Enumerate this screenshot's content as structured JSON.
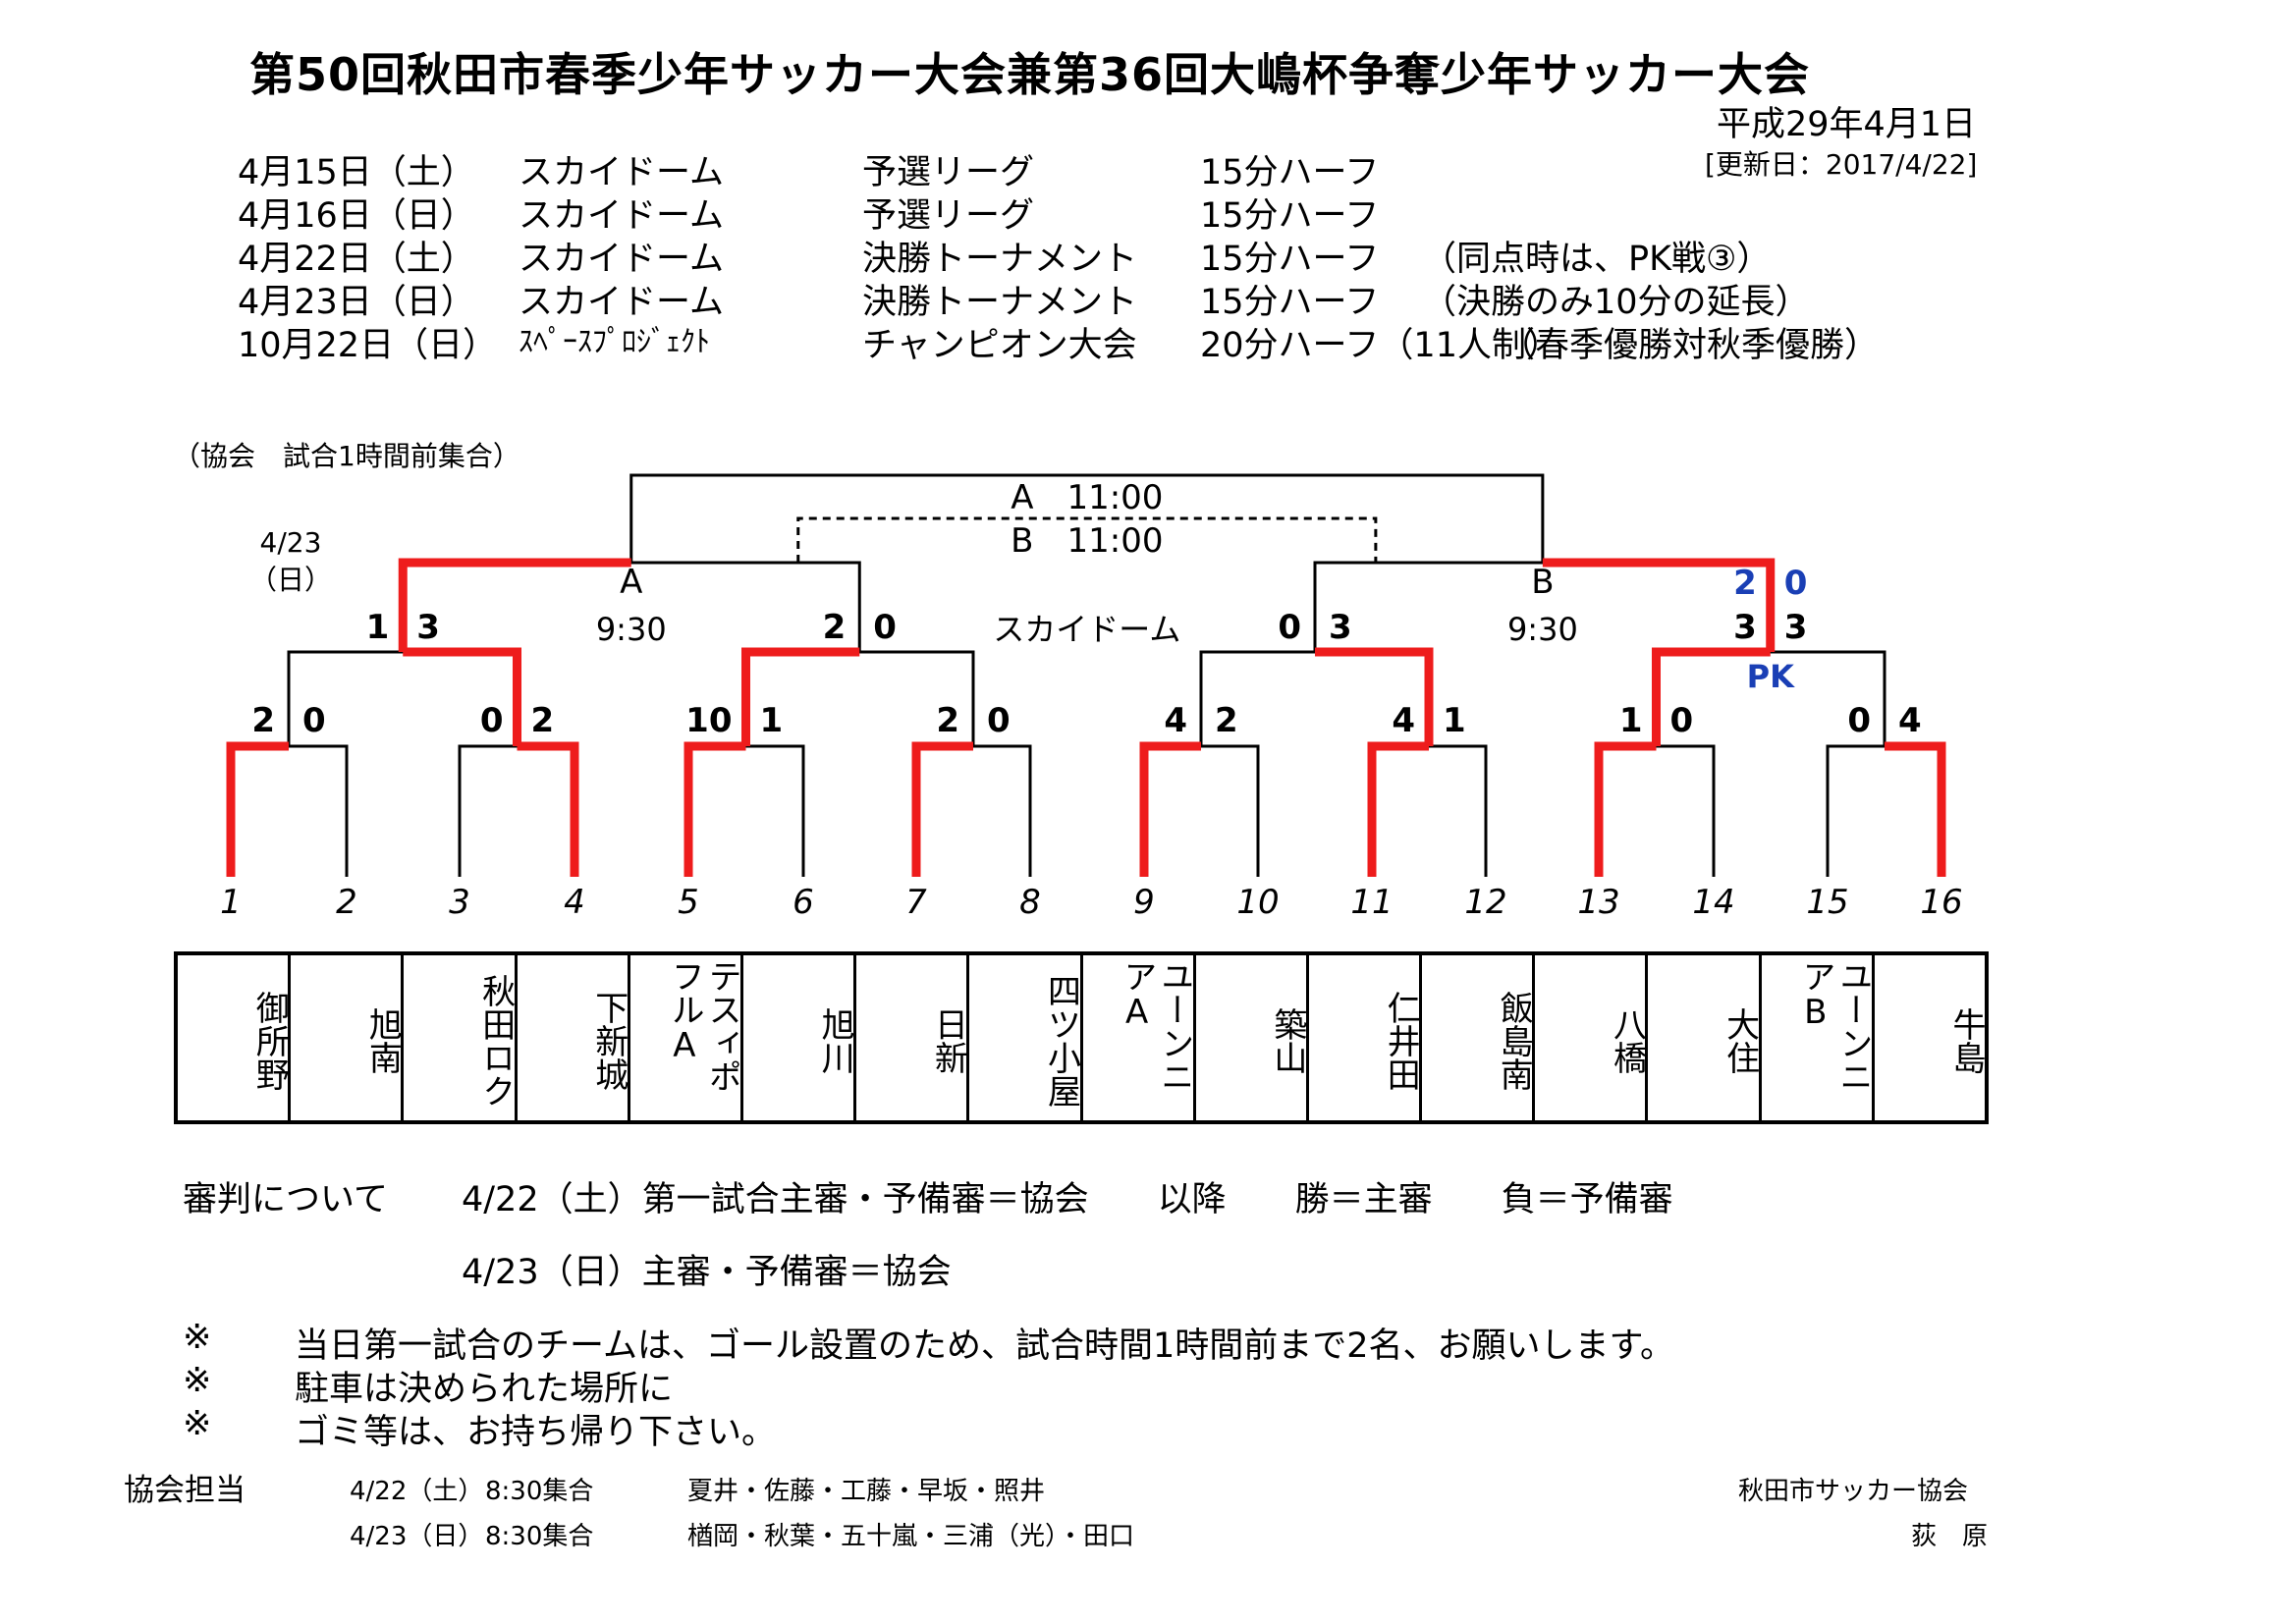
{
  "title": "第50回秋田市春季少年サッカー大会兼第36回大嶋杯争奪少年サッカー大会",
  "date_issued": "平成29年4月1日",
  "updated": "[更新日：2017/4/22]",
  "schedule": [
    {
      "date": "4月15日（土）",
      "venue": "スカイドーム",
      "round": "予選リーグ",
      "time": "15分ハーフ",
      "note": ""
    },
    {
      "date": "4月16日（日）",
      "venue": "スカイドーム",
      "round": "予選リーグ",
      "time": "15分ハーフ",
      "note": ""
    },
    {
      "date": "4月22日（土）",
      "venue": "スカイドーム",
      "round": "決勝トーナメント",
      "time": "15分ハーフ",
      "note": "（同点時は、PK戦③）"
    },
    {
      "date": "4月23日（日）",
      "venue": "スカイドーム",
      "round": "決勝トーナメント",
      "time": "15分ハーフ",
      "note": "（決勝のみ10分の延長）"
    },
    {
      "date": "10月22日（日）",
      "venue": "ｽﾍﾟｰｽﾌﾟﾛｼﾞｪｸﾄ",
      "round": "チャンピオン大会",
      "time": "20分ハーフ（11人制）",
      "note": "（春季優勝対秋季優勝）"
    }
  ],
  "gather_note": "（協会　試合1時間前集合）",
  "bracket": {
    "final_date": "4/23",
    "final_day": "（日）",
    "final_a": "A　11:00",
    "final_b": "B　11:00",
    "semi_a_label": "A",
    "semi_a_time": "9:30",
    "semi_b_label": "B",
    "semi_b_time": "9:30",
    "venue": "スカイドーム",
    "pk": "PK",
    "final_score_left": "2",
    "final_score_right": "0",
    "slots": [
      "1",
      "2",
      "3",
      "4",
      "5",
      "6",
      "7",
      "8",
      "9",
      "10",
      "11",
      "12",
      "13",
      "14",
      "15",
      "16"
    ],
    "r1_scores": [
      [
        "2",
        "0"
      ],
      [
        "0",
        "2"
      ],
      [
        "10",
        "1"
      ],
      [
        "2",
        "0"
      ],
      [
        "4",
        "2"
      ],
      [
        "4",
        "1"
      ],
      [
        "1",
        "0"
      ],
      [
        "0",
        "4"
      ]
    ],
    "qf_scores": [
      [
        "1",
        "3"
      ],
      [
        "2",
        "0"
      ],
      [
        "0",
        "3"
      ],
      [
        "3",
        "3"
      ]
    ]
  },
  "teams": [
    "御所野",
    "旭南",
    "秋田ロク",
    "下新城",
    "テスィポフルA",
    "旭川",
    "日新",
    "四ツ小屋",
    "ユーンニアA",
    "築山",
    "仁井田",
    "飯島南",
    "八橋",
    "大住",
    "ユーンニアB",
    "牛島"
  ],
  "referee": {
    "label": "審判について",
    "line1": "4/22（土）第一試合主審・予備審＝協会　　以降　　勝＝主審　　負＝予備審",
    "line2": "4/23（日）主審・予備審＝協会"
  },
  "notes": {
    "mark": "※",
    "items": [
      "当日第一試合のチームは、ゴール設置のため、試合時間1時間前まで2名、お願いします。",
      "駐車は決められた場所に",
      "ゴミ等は、お持ち帰り下さい。"
    ]
  },
  "association": {
    "label": "協会担当",
    "rows": [
      {
        "date": "4/22（土）",
        "time": "8:30集合",
        "staff": "夏井・佐藤・工藤・早坂・照井"
      },
      {
        "date": "4/23（日）",
        "time": "8:30集合",
        "staff": "楢岡・秋葉・五十嵐・三浦（光）・田口"
      }
    ],
    "org": "秋田市サッカー協会",
    "person": "荻　原"
  },
  "colors": {
    "win_line": "#ee1c1c",
    "line": "#000000",
    "score_blue": "#1a3fb5"
  }
}
